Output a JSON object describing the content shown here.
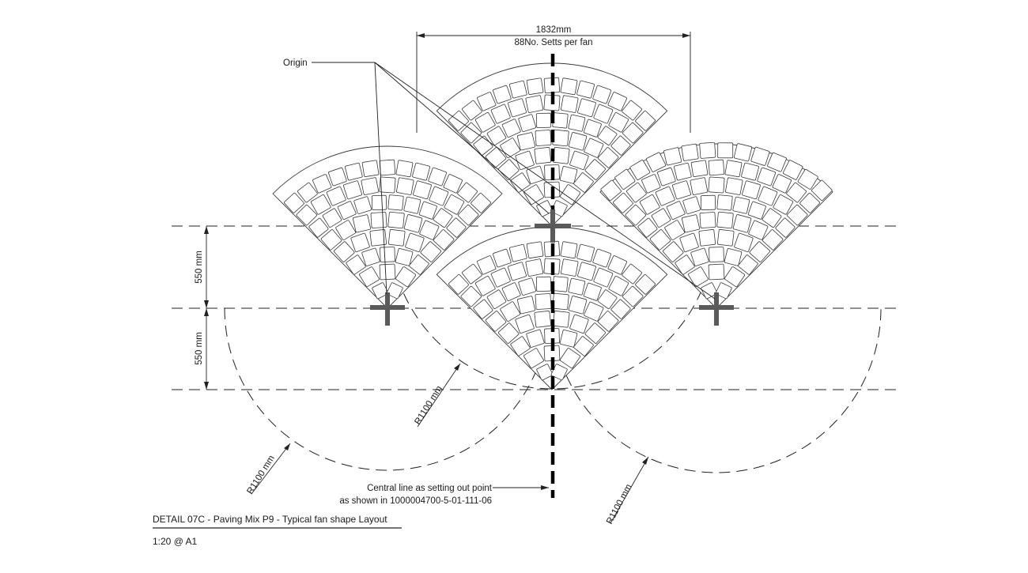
{
  "drawing": {
    "dimension_width": "1832mm",
    "setts_per_fan": "88No. Setts per fan",
    "origin_label": "Origin",
    "dim_550_upper": "550 mm",
    "dim_550_lower": "550 mm",
    "radius_labels": [
      "R1100 mm",
      "R1100 mm",
      "R1100 mm"
    ],
    "central_line_note_1": "Central line as setting out point",
    "central_line_note_2": "as shown in 1000004700-5-01-111-06",
    "detail_title": "DETAIL 07C - Paving Mix P9 - Typical fan shape Layout",
    "scale": "1:20 @ A1"
  },
  "colors": {
    "line": "#222222",
    "cross": "#5a5a5a",
    "center_line": "#000000"
  }
}
